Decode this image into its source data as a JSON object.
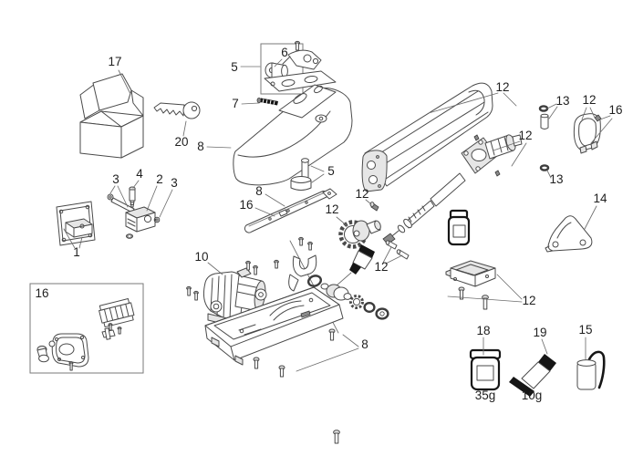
{
  "figure": {
    "background": "#ffffff",
    "line_color": "#4a4a4a",
    "label_color": "#1f1f1f"
  },
  "callouts": [
    {
      "part": "17"
    },
    {
      "part": "20"
    },
    {
      "part": "5"
    },
    {
      "part": "6"
    },
    {
      "part": "7"
    },
    {
      "part": "8"
    },
    {
      "part": "12"
    },
    {
      "part": "13"
    },
    {
      "part": "12"
    },
    {
      "part": "16"
    },
    {
      "part": "12"
    },
    {
      "part": "13"
    },
    {
      "part": "14"
    },
    {
      "part": "3"
    },
    {
      "part": "4"
    },
    {
      "part": "2"
    },
    {
      "part": "3"
    },
    {
      "part": "1"
    },
    {
      "part": "8"
    },
    {
      "part": "16"
    },
    {
      "part": "5"
    },
    {
      "part": "12"
    },
    {
      "part": "12"
    },
    {
      "part": "12"
    },
    {
      "part": "16"
    },
    {
      "part": "10"
    },
    {
      "part": "12"
    },
    {
      "part": "8"
    },
    {
      "part": "18"
    },
    {
      "part": "19"
    },
    {
      "part": "15"
    }
  ],
  "annotations": {
    "grease_jar_weight": "35g",
    "adhesive_tube_weight": "10g"
  }
}
